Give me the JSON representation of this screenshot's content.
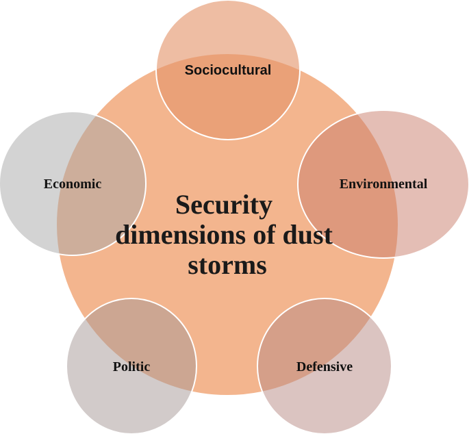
{
  "center": {
    "lines": [
      "Security",
      "dimensions of dust",
      "storms"
    ],
    "color": "#f3b58e"
  },
  "satellites": [
    {
      "id": "sociocultural",
      "label": "Sociocultural",
      "color": "#e3956a"
    },
    {
      "id": "environmental",
      "label": "Environmental",
      "color": "#c97e6c"
    },
    {
      "id": "defensive",
      "label": "Defensive",
      "color": "#b88a84"
    },
    {
      "id": "politic",
      "label": "Politic",
      "color": "#a69796"
    },
    {
      "id": "economic",
      "label": "Economic",
      "color": "#a8a8a8"
    }
  ]
}
